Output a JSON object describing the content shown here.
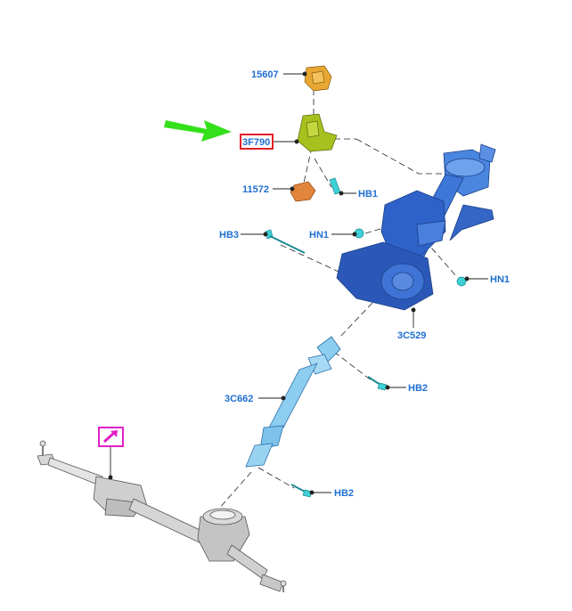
{
  "colors": {
    "label": "#1f6fd1",
    "leader": "#222222",
    "highlight_box": "#e0202a",
    "arrow": "#33e01a",
    "link_box": "#e020c8",
    "column": "#3d78d8",
    "shaft": "#8ccdf0",
    "fastener": "#3fd0d8",
    "lock_yellow": "#e6a832",
    "lock_green": "#a6c01e",
    "lock_orange": "#e2853c",
    "rack": "#c9c9c9"
  },
  "callouts": {
    "p15607": "15607",
    "p3f790": "3F790",
    "p11572": "11572",
    "hb1": "HB1",
    "hb3": "HB3",
    "hn1_a": "HN1",
    "hn1_b": "HN1",
    "p3c529": "3C529",
    "p3c662": "3C662",
    "hb2_a": "HB2",
    "hb2_b": "HB2"
  },
  "icons": {
    "pointer_arrow": "green-arrow-icon",
    "link": "external-link-icon"
  }
}
